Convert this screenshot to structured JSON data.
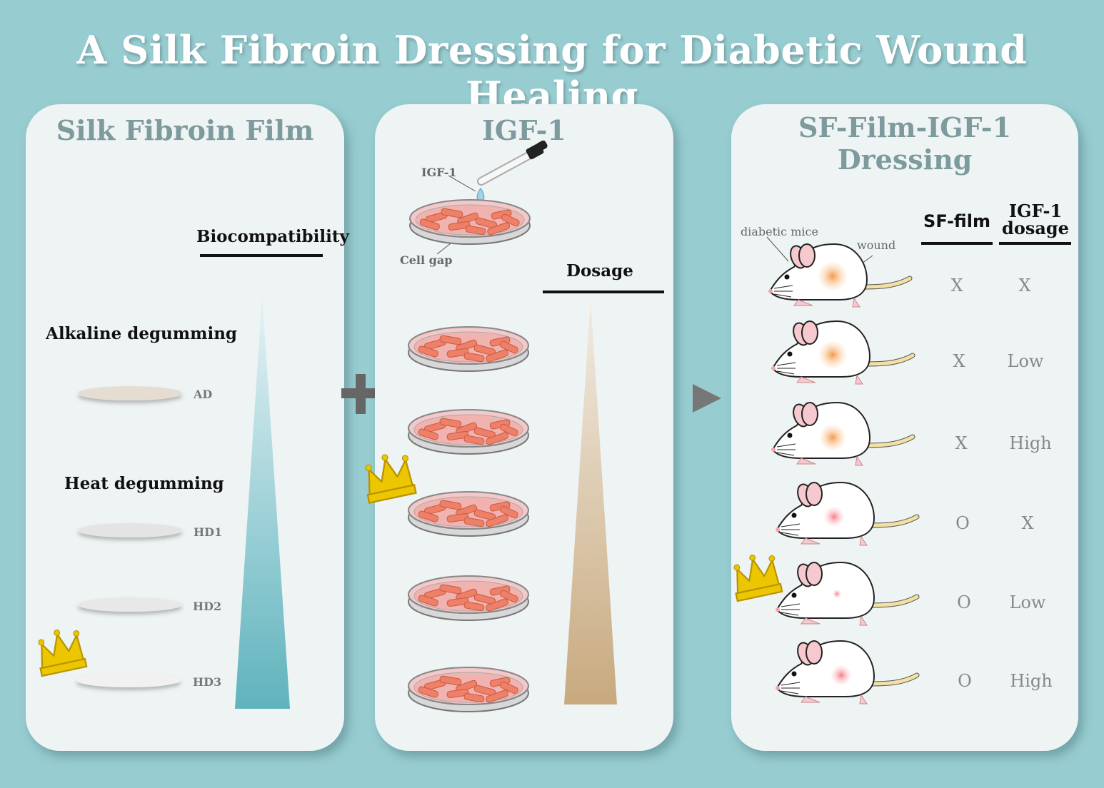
{
  "title": "A Silk Fibroin Dressing for Diabetic Wound Healing",
  "panel1": {
    "title": "Silk Fibroin Film",
    "biocompat": "Biocompatibility",
    "alkaline": "Alkaline degumming",
    "heat": "Heat degumming",
    "films": [
      "AD",
      "HD1",
      "HD2",
      "HD3"
    ]
  },
  "panel2": {
    "title": "IGF-1",
    "igf_label": "IGF-1",
    "cell_gap": "Cell gap",
    "dosage": "Dosage"
  },
  "panel3": {
    "title": "SF-Film-IGF-1 Dressing",
    "diabetic": "diabetic mice",
    "wound": "wound",
    "col1": "SF-film",
    "col2a": "IGF-1",
    "col2b": "dosage",
    "rows": [
      {
        "sf": "X",
        "dose": "X"
      },
      {
        "sf": "X",
        "dose": "Low"
      },
      {
        "sf": "X",
        "dose": "High"
      },
      {
        "sf": "O",
        "dose": "X"
      },
      {
        "sf": "O",
        "dose": "Low"
      },
      {
        "sf": "O",
        "dose": "High"
      }
    ]
  },
  "colors": {
    "background": "#97cdd1",
    "panel": "#eef3f4",
    "crown": "#e8c400",
    "teal_triangle": "#5fb3bd",
    "tan_triangle": "#c8a97e"
  }
}
